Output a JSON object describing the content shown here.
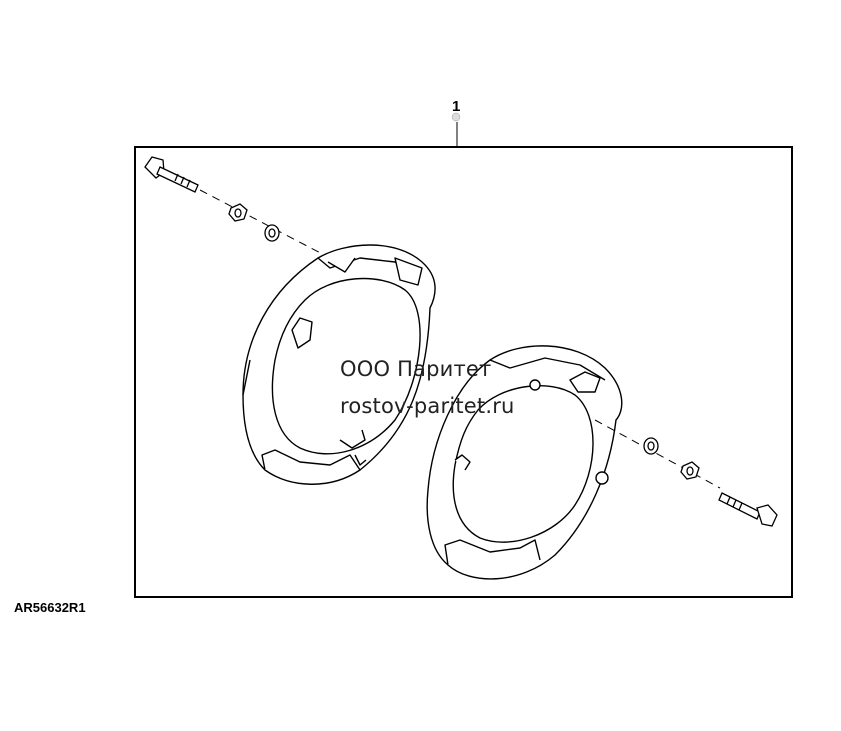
{
  "diagram": {
    "callout_number": "1",
    "figure_id": "AR56632R1",
    "watermark_line1": "ООО Паритет",
    "watermark_line2": "rostov-paritet.ru"
  }
}
